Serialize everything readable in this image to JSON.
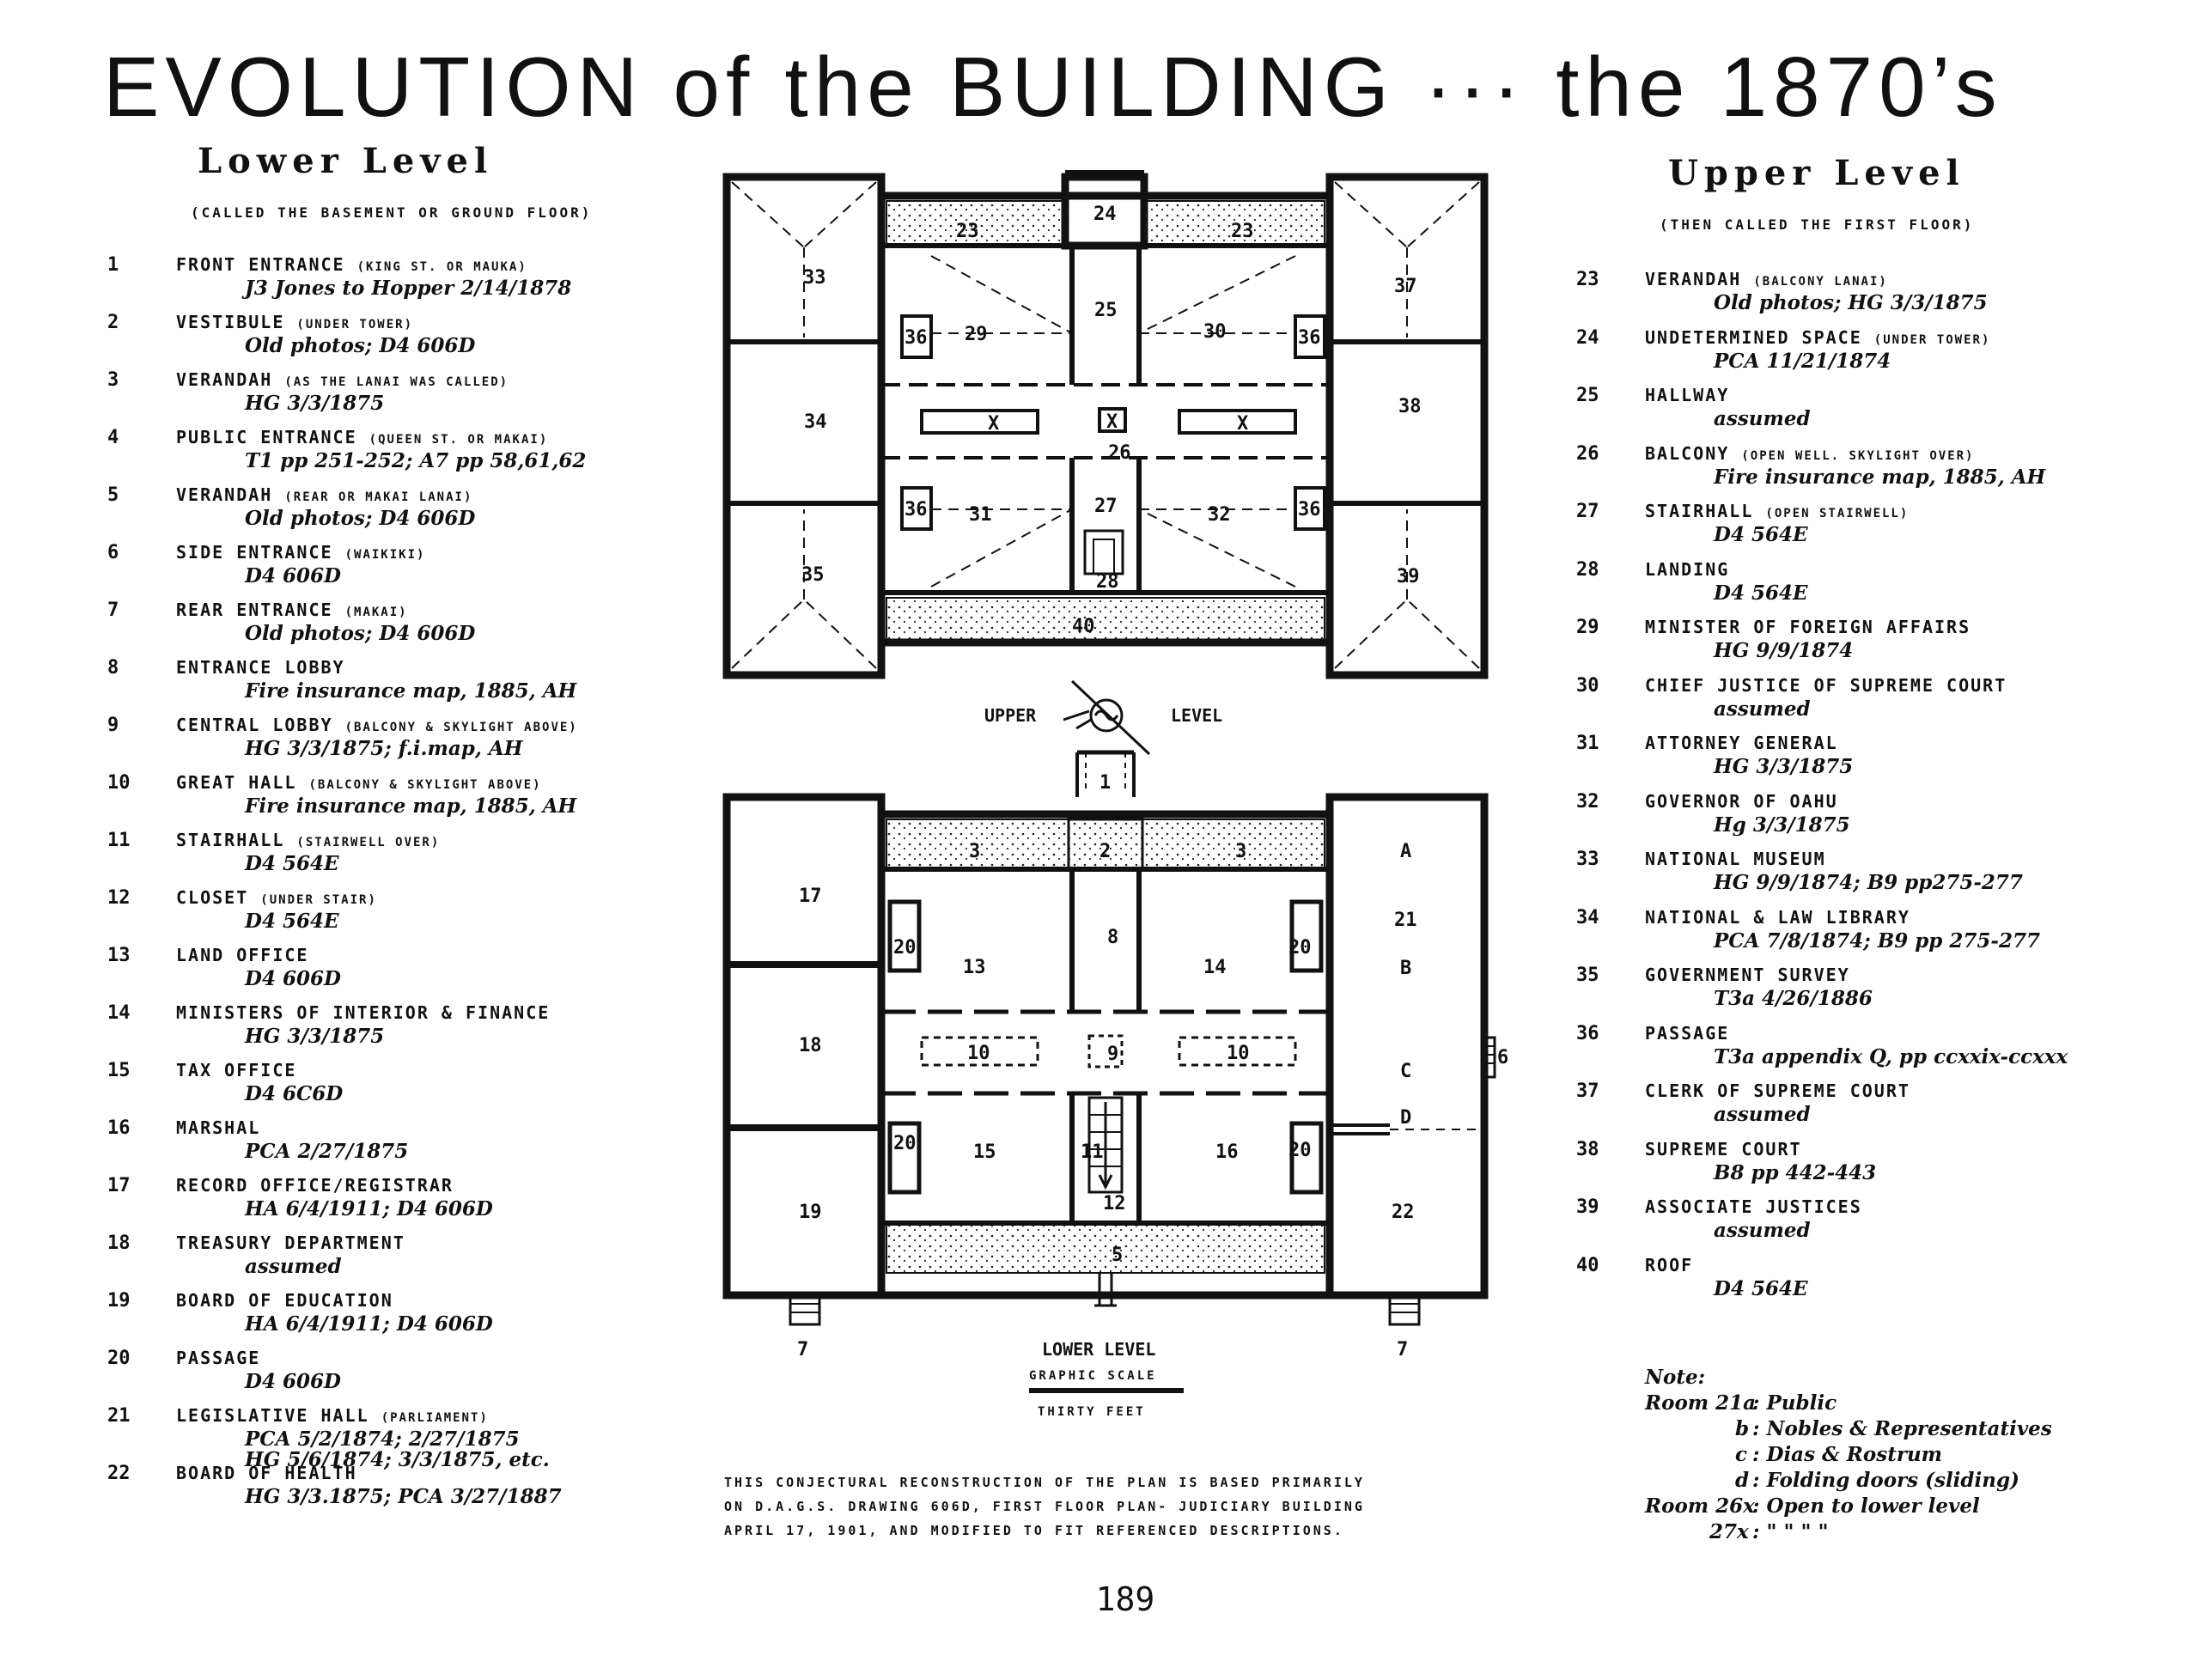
{
  "title": "EVOLUTION of the BUILDING ··· the 1870’s",
  "lower_level": {
    "title": "Lower Level",
    "subtitle": "(CALLED THE BASEMENT OR GROUND FLOOR)",
    "entries": [
      {
        "num": "1",
        "name": "FRONT ENTRANCE",
        "note": "(KING ST. OR MAUKA)",
        "refs": [
          "J3 Jones to Hopper 2/14/1878"
        ]
      },
      {
        "num": "2",
        "name": "VESTIBULE",
        "note": "(UNDER TOWER)",
        "refs": [
          "Old photos; D4 606D"
        ]
      },
      {
        "num": "3",
        "name": "VERANDAH",
        "note": "(AS THE LANAI WAS CALLED)",
        "refs": [
          "HG 3/3/1875"
        ]
      },
      {
        "num": "4",
        "name": "PUBLIC ENTRANCE",
        "note": "(QUEEN ST. OR MAKAI)",
        "refs": [
          "T1 pp 251-252; A7 pp 58,61,62"
        ]
      },
      {
        "num": "5",
        "name": "VERANDAH",
        "note": "(REAR OR MAKAI LANAI)",
        "refs": [
          "Old photos; D4 606D"
        ]
      },
      {
        "num": "6",
        "name": "SIDE ENTRANCE",
        "note": "(WAIKIKI)",
        "refs": [
          "D4 606D"
        ]
      },
      {
        "num": "7",
        "name": "REAR ENTRANCE",
        "note": "(MAKAI)",
        "refs": [
          "Old photos; D4 606D"
        ]
      },
      {
        "num": "8",
        "name": "ENTRANCE LOBBY",
        "note": "",
        "refs": [
          "Fire insurance map, 1885, AH"
        ]
      },
      {
        "num": "9",
        "name": "CENTRAL LOBBY",
        "note": "(BALCONY & SKYLIGHT ABOVE)",
        "refs": [
          "HG 3/3/1875; f.i.map, AH"
        ]
      },
      {
        "num": "10",
        "name": "GREAT HALL",
        "note": "(BALCONY & SKYLIGHT ABOVE)",
        "refs": [
          "Fire insurance map, 1885, AH"
        ]
      },
      {
        "num": "11",
        "name": "STAIRHALL",
        "note": "(STAIRWELL OVER)",
        "refs": [
          "D4 564E"
        ]
      },
      {
        "num": "12",
        "name": "CLOSET",
        "note": "(UNDER STAIR)",
        "refs": [
          "D4 564E"
        ]
      },
      {
        "num": "13",
        "name": "LAND OFFICE",
        "note": "",
        "refs": [
          "D4 606D"
        ]
      },
      {
        "num": "14",
        "name": "MINISTERS OF INTERIOR & FINANCE",
        "note": "",
        "refs": [
          "HG 3/3/1875"
        ]
      },
      {
        "num": "15",
        "name": "TAX OFFICE",
        "note": "",
        "refs": [
          "D4 6C6D"
        ]
      },
      {
        "num": "16",
        "name": "MARSHAL",
        "note": "",
        "refs": [
          "PCA 2/27/1875"
        ]
      },
      {
        "num": "17",
        "name": "RECORD OFFICE/REGISTRAR",
        "note": "",
        "refs": [
          "HA 6/4/1911; D4 606D"
        ]
      },
      {
        "num": "18",
        "name": "TREASURY DEPARTMENT",
        "note": "",
        "refs": [
          "assumed"
        ]
      },
      {
        "num": "19",
        "name": "BOARD OF EDUCATION",
        "note": "",
        "refs": [
          "HA 6/4/1911; D4 606D"
        ]
      },
      {
        "num": "20",
        "name": "PASSAGE",
        "note": "",
        "refs": [
          "D4 606D"
        ]
      },
      {
        "num": "21",
        "name": "LEGISLATIVE HALL",
        "note": "(PARLIAMENT)",
        "refs": [
          "PCA 5/2/1874; 2/27/1875",
          "HG 5/6/1874; 3/3/1875, etc."
        ]
      },
      {
        "num": "22",
        "name": "BOARD OF HEALTH",
        "note": "",
        "refs": [
          "HG 3/3.1875; PCA 3/27/1887"
        ]
      }
    ]
  },
  "upper_level": {
    "title": "Upper Level",
    "subtitle": "(THEN CALLED THE FIRST FLOOR)",
    "entries": [
      {
        "num": "23",
        "name": "VERANDAH",
        "note": "(BALCONY LANAI)",
        "refs": [
          "Old photos; HG 3/3/1875"
        ]
      },
      {
        "num": "24",
        "name": "UNDETERMINED SPACE",
        "note": "(UNDER TOWER)",
        "refs": [
          "PCA 11/21/1874"
        ]
      },
      {
        "num": "25",
        "name": "HALLWAY",
        "note": "",
        "refs": [
          "assumed"
        ]
      },
      {
        "num": "26",
        "name": "BALCONY",
        "note": "(OPEN WELL. SKYLIGHT OVER)",
        "refs": [
          "Fire insurance map, 1885, AH"
        ]
      },
      {
        "num": "27",
        "name": "STAIRHALL",
        "note": "(OPEN STAIRWELL)",
        "refs": [
          "D4 564E"
        ]
      },
      {
        "num": "28",
        "name": "LANDING",
        "note": "",
        "refs": [
          "D4 564E"
        ]
      },
      {
        "num": "29",
        "name": "MINISTER OF FOREIGN AFFAIRS",
        "note": "",
        "refs": [
          "HG 9/9/1874"
        ]
      },
      {
        "num": "30",
        "name": "CHIEF JUSTICE OF SUPREME COURT",
        "note": "",
        "refs": [
          "assumed"
        ]
      },
      {
        "num": "31",
        "name": "ATTORNEY GENERAL",
        "note": "",
        "refs": [
          "HG 3/3/1875"
        ]
      },
      {
        "num": "32",
        "name": "GOVERNOR OF OAHU",
        "note": "",
        "refs": [
          "Hg 3/3/1875"
        ]
      },
      {
        "num": "33",
        "name": "NATIONAL MUSEUM",
        "note": "",
        "refs": [
          "HG 9/9/1874; B9 pp275-277"
        ]
      },
      {
        "num": "34",
        "name": "NATIONAL & LAW LIBRARY",
        "note": "",
        "refs": [
          "PCA 7/8/1874; B9 pp 275-277"
        ]
      },
      {
        "num": "35",
        "name": "GOVERNMENT SURVEY",
        "note": "",
        "refs": [
          "T3a 4/26/1886"
        ]
      },
      {
        "num": "36",
        "name": "PASSAGE",
        "note": "",
        "refs": [
          "T3a appendix Q, pp ccxxix-ccxxx"
        ]
      },
      {
        "num": "37",
        "name": "CLERK OF SUPREME COURT",
        "note": "",
        "refs": [
          "assumed"
        ]
      },
      {
        "num": "38",
        "name": "SUPREME COURT",
        "note": "",
        "refs": [
          "B8 pp 442-443"
        ]
      },
      {
        "num": "39",
        "name": "ASSOCIATE JUSTICES",
        "note": "",
        "refs": [
          "assumed"
        ]
      },
      {
        "num": "40",
        "name": "ROOF",
        "note": "",
        "refs": [
          "D4 564E"
        ]
      }
    ]
  },
  "plan": {
    "upper_label_left": "UPPER",
    "upper_label_right": "LEVEL",
    "lower_label": "LOWER LEVEL",
    "scale_label": "GRAPHIC SCALE",
    "scale_sub": "THIRTY FEET",
    "upper_rooms": {
      "r23a": "23",
      "r23b": "23",
      "r24": "24",
      "r25": "25",
      "r26": "26",
      "r27": "27",
      "r28": "28",
      "r29": "29",
      "r30": "30",
      "r31": "31",
      "r32": "32",
      "r33": "33",
      "r34": "34",
      "r35": "35",
      "r36a": "36",
      "r36b": "36",
      "r36c": "36",
      "r36d": "36",
      "r37": "37",
      "r38": "38",
      "r39": "39",
      "r40": "40",
      "rx1": "X",
      "rx2": "X",
      "rx3": "X"
    },
    "lower_rooms": {
      "r1": "1",
      "r2": "2",
      "r3a": "3",
      "r3b": "3",
      "r5": "5",
      "r6": "6",
      "r7a": "7",
      "r7b": "7",
      "r8": "8",
      "r9": "9",
      "r10a": "10",
      "r10b": "10",
      "r11": "11",
      "r12": "12",
      "r13": "13",
      "r14": "14",
      "r15": "15",
      "r16": "16",
      "r17": "17",
      "r18": "18",
      "r19": "19",
      "r20a": "20",
      "r20b": "20",
      "r20c": "20",
      "r20d": "20",
      "r21": "21",
      "r22": "22",
      "ra": "A",
      "rb": "B",
      "rc": "C",
      "rd": "D"
    }
  },
  "reconstruction_note": [
    "THIS CONJECTURAL RECONSTRUCTION OF THE PLAN IS BASED PRIMARILY",
    "ON D.A.G.S. DRAWING 606D, FIRST FLOOR PLAN- JUDICIARY BUILDING",
    "APRIL 17, 1901, AND MODIFIED TO FIT REFERENCED DESCRIPTIONS."
  ],
  "note": {
    "heading": "Note:",
    "lines": [
      {
        "prefix": "Room 21a",
        "key": "",
        "text": ": Public"
      },
      {
        "prefix": "",
        "key": "b",
        "text": ": Nobles & Representatives"
      },
      {
        "prefix": "",
        "key": "c",
        "text": ": Dias & Rostrum"
      },
      {
        "prefix": "",
        "key": "d",
        "text": ": Folding doors (sliding)"
      },
      {
        "prefix": "Room 26x",
        "key": "",
        "text": ": Open to lower level"
      },
      {
        "prefix": "",
        "key": "27x",
        "text": ":   \"   \"   \"   \""
      }
    ]
  },
  "page_number": "189"
}
